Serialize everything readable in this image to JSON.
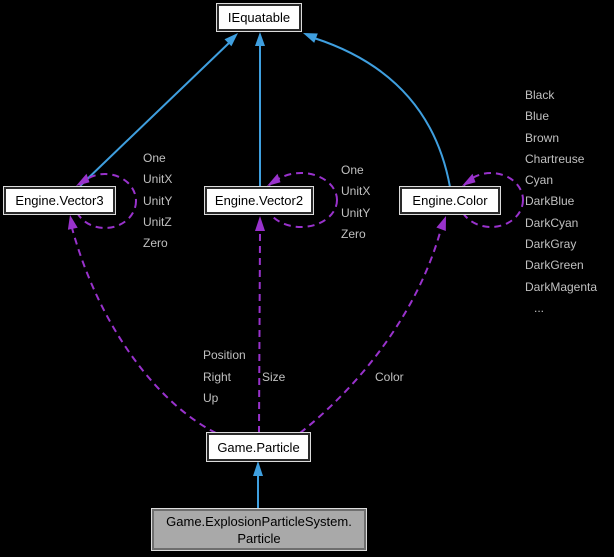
{
  "diagram": {
    "title": "collaboration-graph",
    "colors": {
      "background": "#000000",
      "inheritance_edge": "#3f9fdf",
      "usage_edge": "#9932cc",
      "node_fill": "#ffffff",
      "node_border": "#2a2a2a",
      "node_outline": "#dcdcdc",
      "node_text": "#000000",
      "gray_node_fill": "#a9a9a9",
      "gray_node_border": "#6e6e6e",
      "label_text": "#c0c0c0"
    },
    "nodes": {
      "iequatable": {
        "label": "IEquatable"
      },
      "vector3": {
        "label": "Engine.Vector3",
        "members": [
          "One",
          "UnitX",
          "UnitY",
          "UnitZ",
          "Zero"
        ]
      },
      "vector2": {
        "label": "Engine.Vector2",
        "members": [
          "One",
          "UnitX",
          "UnitY",
          "Zero"
        ]
      },
      "color": {
        "label": "Engine.Color",
        "members": [
          "Black",
          "Blue",
          "Brown",
          "Chartreuse",
          "Cyan",
          "DarkBlue",
          "DarkCyan",
          "DarkGray",
          "DarkGreen",
          "DarkMagenta"
        ],
        "members_ellipsis": "..."
      },
      "particle": {
        "label": "Game.Particle"
      },
      "explosion_particle": {
        "label_line1": "Game.ExplosionParticleSystem.",
        "label_line2": "Particle"
      }
    },
    "edge_labels": {
      "position": "Position",
      "right": "Right",
      "up": "Up",
      "size": "Size",
      "color": "Color"
    }
  }
}
